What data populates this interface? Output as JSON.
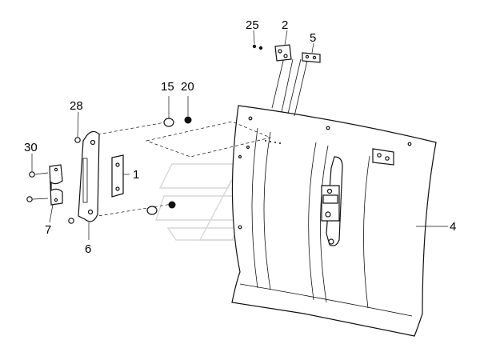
{
  "labels": {
    "l1": "1",
    "l2": "2",
    "l4": "4",
    "l5": "5",
    "l6": "6",
    "l7": "7",
    "l15": "15",
    "l20": "20",
    "l25": "25",
    "l28": "28",
    "l30": "30"
  },
  "colors": {
    "line": "#111111",
    "watermark": "#d8d8d8",
    "background": "#ffffff"
  }
}
